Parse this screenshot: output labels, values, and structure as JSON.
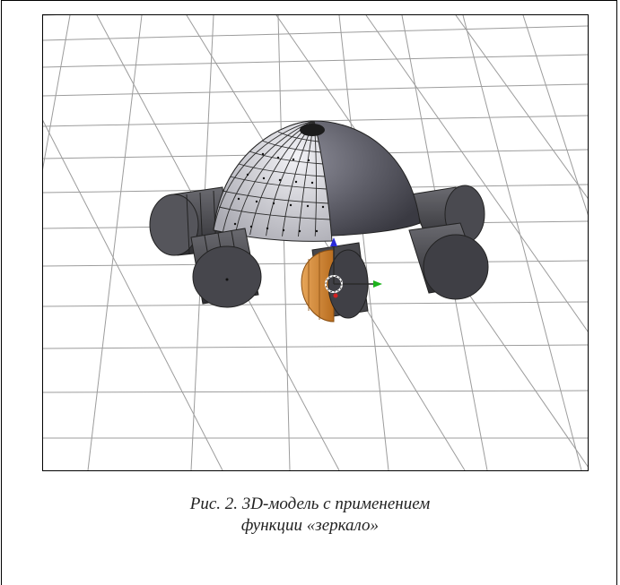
{
  "figure": {
    "caption_line1": "Рис. 2. 3D-модель с применением",
    "caption_line2": "функции «зеркало»"
  },
  "viewport": {
    "grid_color": "#9c9c9c",
    "body_light_color": "#d6d6dc",
    "body_dark_color": "#5e5e68",
    "wheel_color": "#3c3c3f",
    "selected_wheel_color": "#d98a2e",
    "axis_x_color": "#1db31d",
    "axis_z_color": "#2a2ad8",
    "axis_y_color": "#d42020",
    "icons": [
      "3d-model",
      "transform-gizmo"
    ]
  }
}
